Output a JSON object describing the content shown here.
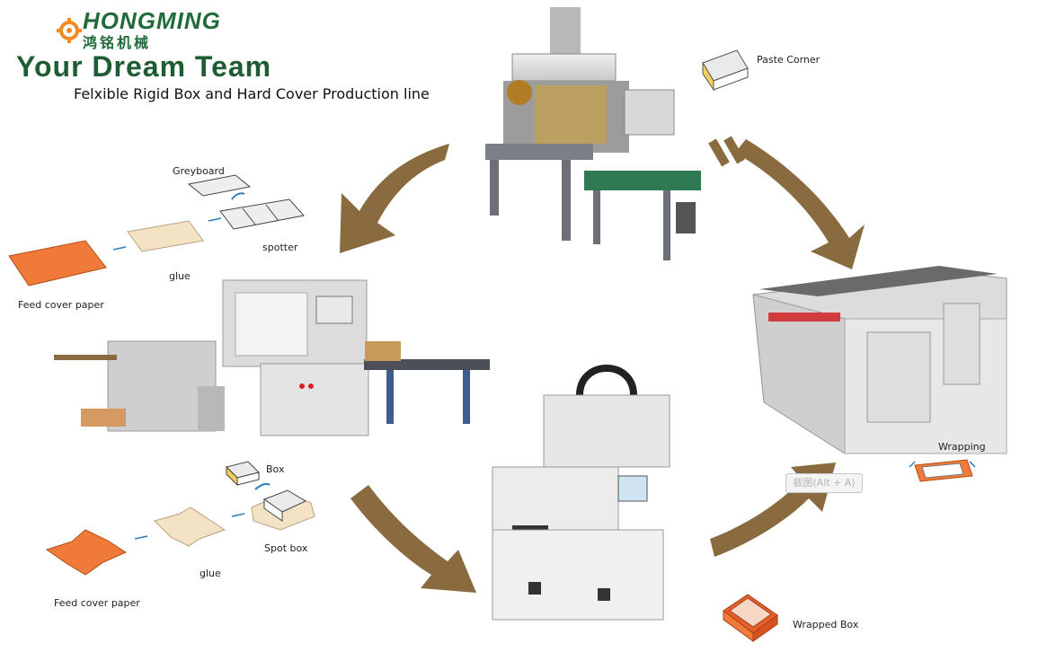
{
  "brand": {
    "logo_text": "HONGMING",
    "logo_cn": "鸿铭机械",
    "team": "Your Dream Team",
    "subtitle": "Felxible Rigid Box and Hard Cover Production line"
  },
  "labels": {
    "paste_corner": "Paste Corner",
    "greyboard": "Greyboard",
    "spotter": "spotter",
    "glue_top": "glue",
    "feed_cover_paper_top": "Feed cover paper",
    "box": "Box",
    "spot_box": "Spot box",
    "glue_bottom": "glue",
    "feed_cover_paper_bottom": "Feed cover paper",
    "wrapping": "Wrapping",
    "wrapped_box": "Wrapped Box"
  },
  "tooltip": "截图(Alt + A)",
  "colors": {
    "brand_green": "#1f6b3a",
    "arrow_brown": "#8a6b3f",
    "cover_orange": "#f07a3a",
    "glue_beige": "#f4e2c4"
  }
}
